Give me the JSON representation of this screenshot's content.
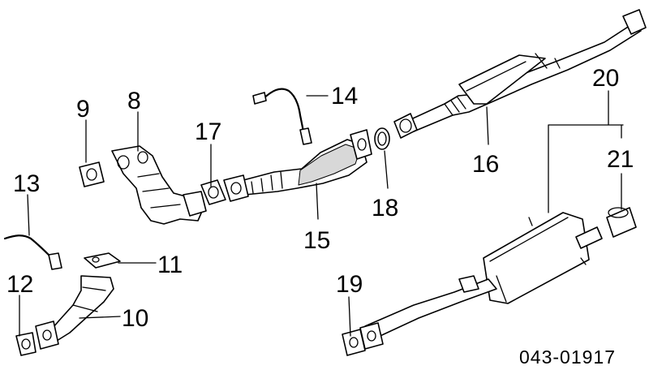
{
  "diagram": {
    "code": "043-01917",
    "labels": [
      "8",
      "9",
      "10",
      "11",
      "12",
      "13",
      "14",
      "15",
      "16",
      "17",
      "18",
      "19",
      "20",
      "21"
    ]
  }
}
